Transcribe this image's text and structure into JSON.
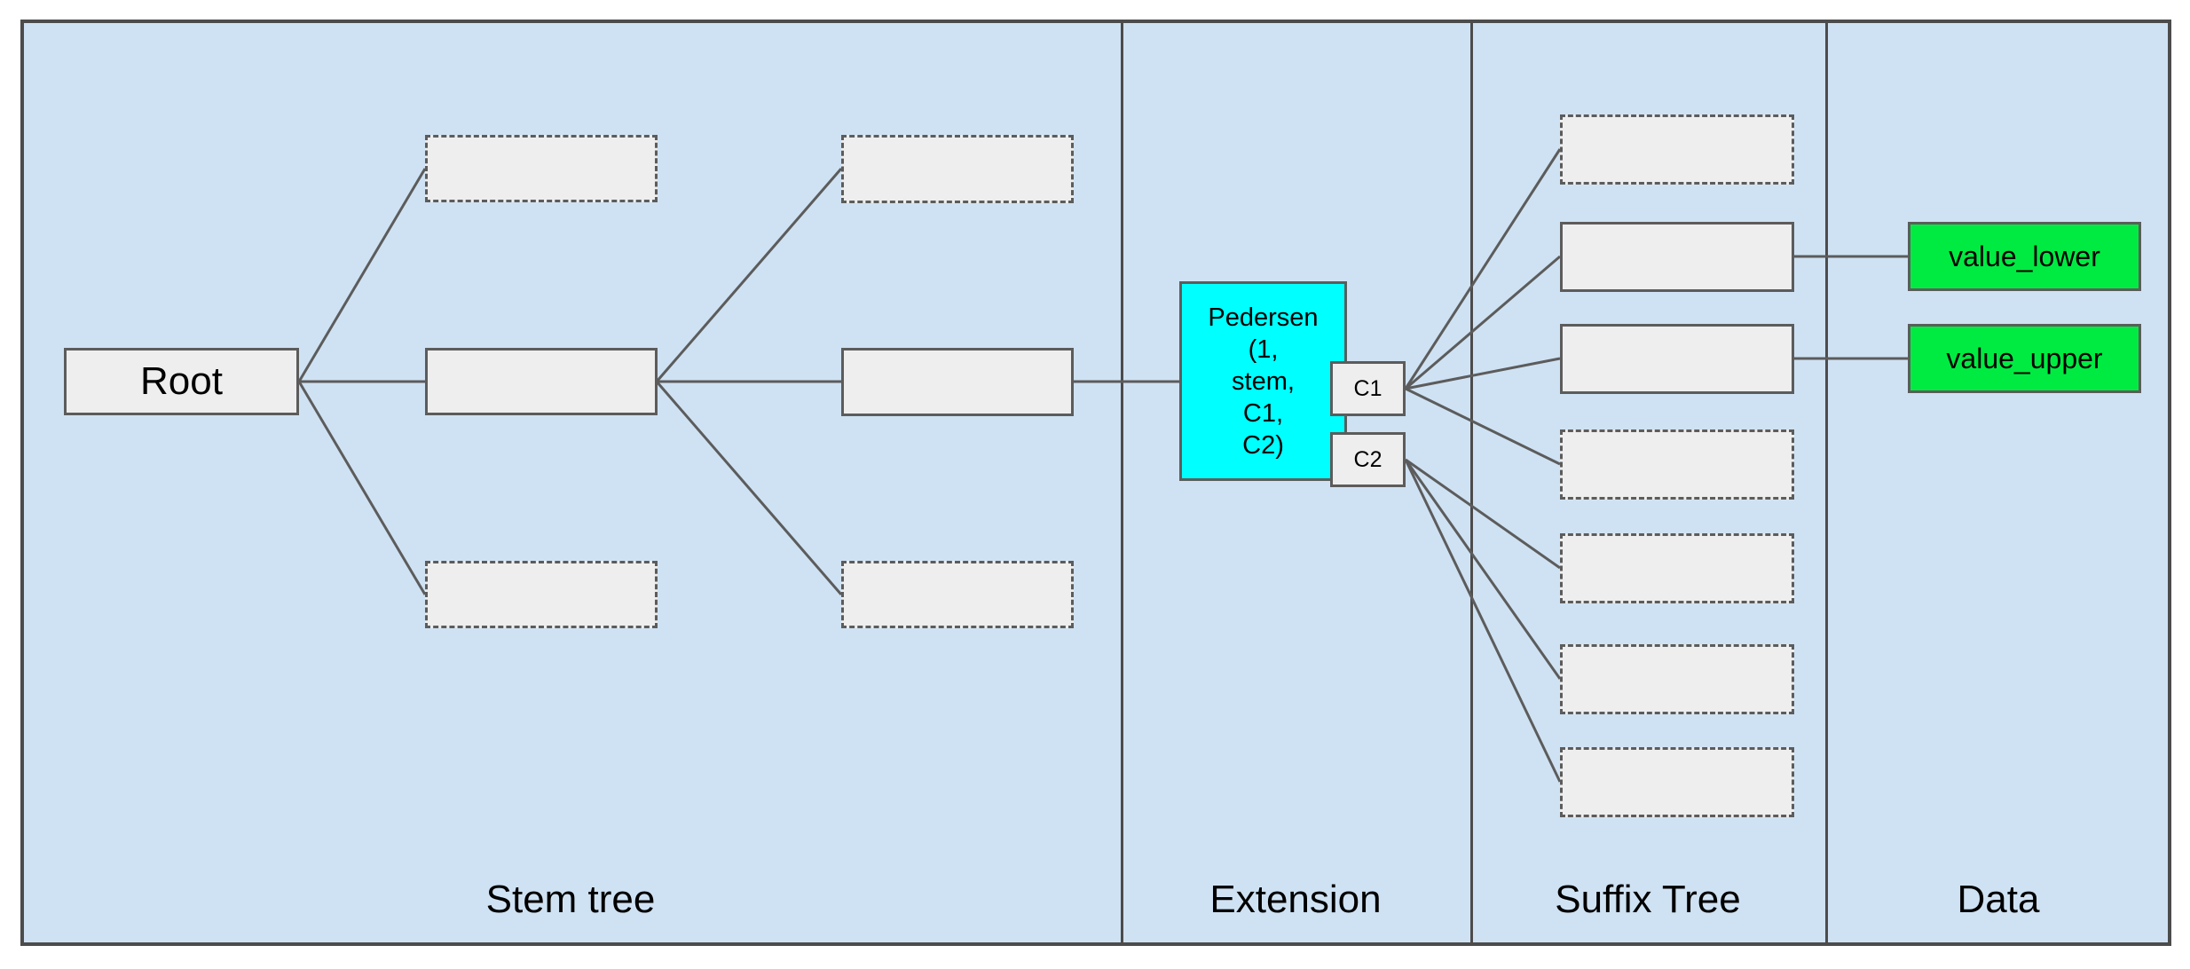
{
  "sections": {
    "stem": "Stem tree",
    "extension": "Extension",
    "suffix": "Suffix Tree",
    "data": "Data"
  },
  "nodes": {
    "root": "Root",
    "extension_commitment": "Pedersen\n(1,\nstem,\nC1,\nC2)",
    "c1": "C1",
    "c2": "C2",
    "value_lower": "value_lower",
    "value_upper": "value_upper"
  },
  "colors": {
    "page_background": "#ffffff",
    "panel_fill": "#cfe2f3",
    "panel_border": "#4c4c4c",
    "node_fill": "#eeeeee",
    "node_border": "#5c5c5c",
    "extension_node_fill": "#00ffff",
    "data_node_fill": "#00eb41",
    "connector": "#5c5c5c",
    "text": "#000000"
  }
}
